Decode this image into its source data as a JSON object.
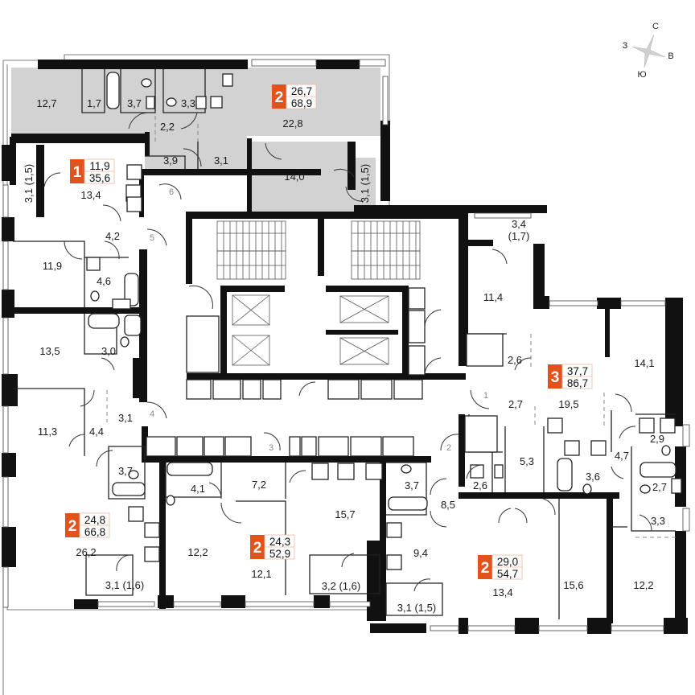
{
  "compass": {
    "north": "С",
    "west": "З",
    "east": "В",
    "south": "Ю"
  },
  "colors": {
    "badge": "#e0531c",
    "highlight_fill": "#d2d2d2",
    "wall": "#111111"
  },
  "apartments": [
    {
      "id": "apt-top-2",
      "rooms": "2",
      "living_area": "26,7",
      "total_area": "68,9",
      "highlighted": true
    },
    {
      "id": "apt-1",
      "rooms": "1",
      "living_area": "11,9",
      "total_area": "35,6",
      "highlighted": false
    },
    {
      "id": "apt-3",
      "rooms": "3",
      "living_area": "37,7",
      "total_area": "86,7",
      "highlighted": false
    },
    {
      "id": "apt-left-2",
      "rooms": "2",
      "living_area": "24,8",
      "total_area": "66,8",
      "highlighted": false
    },
    {
      "id": "apt-mid-2",
      "rooms": "2",
      "living_area": "24,3",
      "total_area": "52,9",
      "highlighted": false
    },
    {
      "id": "apt-right-2",
      "rooms": "2",
      "living_area": "29,0",
      "total_area": "54,7",
      "highlighted": false
    }
  ],
  "rooms": {
    "r12_7": "12,7",
    "r1_7": "1,7",
    "r3_7a": "3,7",
    "r3_3a": "3,3",
    "r22_8": "22,8",
    "r2_2": "2,2",
    "r3_9": "3,9",
    "r3_1a": "3,1",
    "r14_0": "14,0",
    "r3_1b": "3,1 (1,5)",
    "r3_1c": "3,1 (1,5)",
    "r13_4a": "13,4",
    "r4_2": "4,2",
    "r11_9": "11,9",
    "r4_6": "4,6",
    "r13_5": "13,5",
    "r3_0": "3,0",
    "r11_3": "11,3",
    "r4_4": "4,4",
    "r3_1d": "3,1",
    "r3_7b": "3,7",
    "r26_2": "26,2",
    "r3_1e": "3,1 (1,6)",
    "r4_1": "4,1",
    "r7_2": "7,2",
    "r12_2a": "12,2",
    "r12_1": "12,1",
    "r15_7": "15,7",
    "r3_2": "3,2 (1,6)",
    "r3_7c": "3,7",
    "r8_5": "8,5",
    "r9_4": "9,4",
    "r3_1f": "3,1 (1,5)",
    "r2_6a": "2,6",
    "r13_4b": "13,4",
    "r15_6": "15,6",
    "r12_2b": "12,2",
    "r3_4": "3,4",
    "r1_7b": "(1,7)",
    "r11_4": "11,4",
    "r2_6b": "2,6",
    "r2_7a": "2,7",
    "r19_5": "19,5",
    "r14_1": "14,1",
    "r5_3": "5,3",
    "r3_6": "3,6",
    "r4_7": "4,7",
    "r2_9": "2,9",
    "r2_7b": "2,7",
    "r3_3b": "3,3"
  },
  "entrances": {
    "e1": "1",
    "e2": "2",
    "e3": "3",
    "e4": "4",
    "e5": "5",
    "e6": "6"
  }
}
